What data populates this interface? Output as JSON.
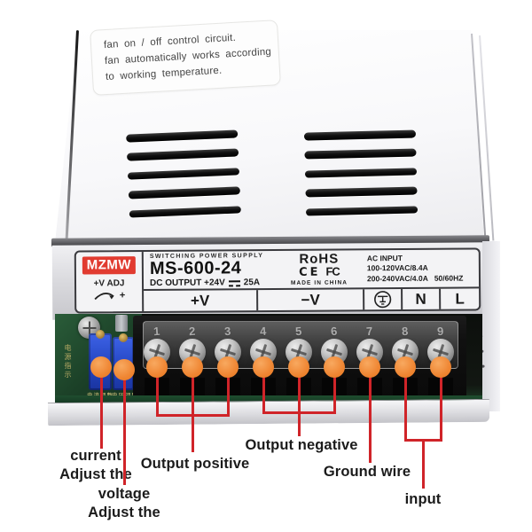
{
  "sticker": {
    "lines": [
      "fan on / off control circuit.",
      "fan automatically works according",
      "to working temperature."
    ]
  },
  "label": {
    "brand": "MZMW",
    "series_heading": "SWITCHING POWER SUPPLY",
    "model": "MS-600-24",
    "dc_output_prefix": "DC OUTPUT +24V",
    "dc_output_current": "25A",
    "rohs": "RoHS",
    "ce_mark": "CE",
    "fcc_mark": "FC",
    "made_in": "MADE IN CHINA",
    "ac_input_title": "AC INPUT",
    "ac_input_line1": "100-120VAC/8.4A",
    "ac_input_line2": "200-240VAC/4.0A",
    "ac_frequency": "50/60HZ",
    "vadj_label": "+V ADJ",
    "vadj_plus": "+",
    "terminals": {
      "positive": "+V",
      "negative": "−V",
      "neutral": "N",
      "line": "L"
    }
  },
  "terminal_numbers": [
    "1",
    "2",
    "3",
    "4",
    "5",
    "6",
    "7",
    "8",
    "9"
  ],
  "pcb": {
    "vertical_label": "电源指示",
    "current_pot_label": "电流调整",
    "voltage_pot_label": "电压调整"
  },
  "annotations": {
    "current_line1": "current",
    "current_line2": "Adjust the",
    "voltage_line1": "voltage",
    "voltage_line2": "Adjust the",
    "output_positive": "Output positive",
    "output_negative": "Output negative",
    "ground_wire": "Ground wire",
    "input": "input"
  },
  "colors": {
    "callout_red": "#d02429",
    "marker_orange": "#ef8633",
    "brand_red": "#e13b30"
  }
}
